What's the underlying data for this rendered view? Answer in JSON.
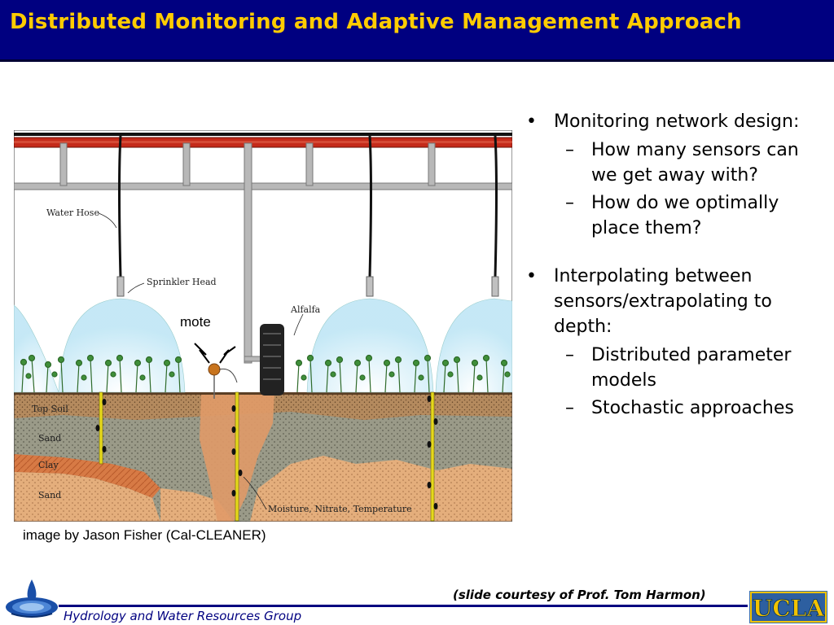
{
  "slide": {
    "title": "Distributed Monitoring and Adaptive Management Approach",
    "colors": {
      "title_bg": "#000080",
      "title_text": "#FFCC00",
      "footer_line": "#000080"
    }
  },
  "figure": {
    "labels": {
      "water_hose": "Water Hose",
      "sprinkler_head": "Sprinkler Head",
      "alfalfa": "Alfalfa",
      "mote": "mote",
      "top_soil": "Top Soil",
      "sand1": "Sand",
      "clay": "Clay",
      "sand2": "Sand",
      "sensors": "Moisture, Nitrate, Temperature"
    },
    "caption": "image by Jason Fisher (Cal-CLEANER)"
  },
  "bullets": [
    {
      "text": "Monitoring network design:",
      "sub": [
        "How many sensors can we get away with?",
        "How do we optimally place them?"
      ]
    },
    {
      "text": "Interpolating between sensors/extrapolating to depth:",
      "sub": [
        "Distributed parameter models",
        "Stochastic approaches"
      ]
    }
  ],
  "footer": {
    "courtesy": "(slide courtesy of Prof. Tom Harmon)",
    "group": "Hydrology and Water Resources Group",
    "logo_text": "UCLA"
  },
  "icons": [
    "water-drop-logo-icon",
    "ucla-logo-icon"
  ]
}
